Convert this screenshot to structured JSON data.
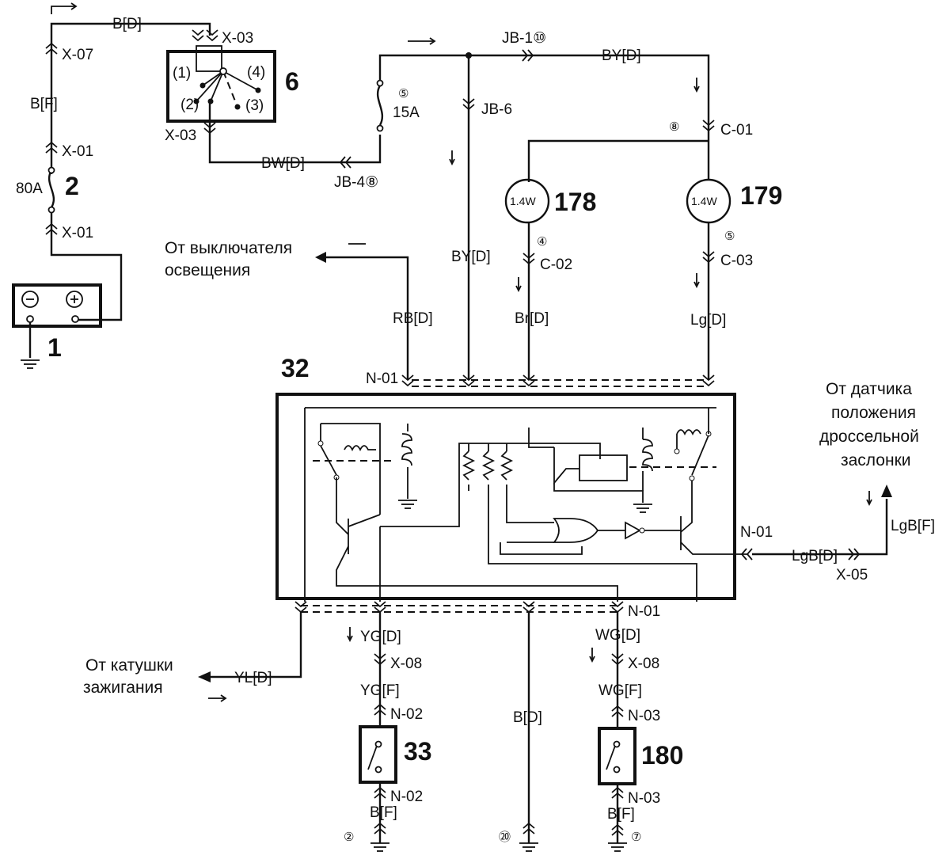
{
  "components": [
    {
      "id": "1",
      "label": "1"
    },
    {
      "id": "2",
      "label": "2",
      "rating": "80A"
    },
    {
      "id": "6",
      "label": "6",
      "pins": [
        "(1)",
        "(2)",
        "(3)",
        "(4)"
      ]
    },
    {
      "id": "fuse",
      "number": "⑤",
      "rating": "15A"
    },
    {
      "id": "178",
      "label": "178",
      "power": "1.4W"
    },
    {
      "id": "179",
      "label": "179",
      "power": "1.4W"
    },
    {
      "id": "32",
      "label": "32"
    },
    {
      "id": "33",
      "label": "33"
    },
    {
      "id": "180",
      "label": "180"
    }
  ],
  "wires": {
    "bd_top": "B[D]",
    "bf": "B[F]",
    "bw": "BW[D]",
    "by_top": "BY[D]",
    "by_mid": "BY[D]",
    "rb": "RB[D]",
    "br": "Br[D]",
    "lg": "Lg[D]",
    "lgb_d": "LgB[D]",
    "lgb_f": "LgB[F]",
    "yl": "YL[D]",
    "yg_d": "YG[D]",
    "yg_f": "YG[F]",
    "bd_bottom": "B[D]",
    "wg_d": "WG[D]",
    "wg_f": "WG[F]",
    "bf_33": "B[F]",
    "bf_180": "B[F]"
  },
  "connectors": {
    "x07": "X-07",
    "x01a": "X-01",
    "x01b": "X-01",
    "x03a": "X-03",
    "x03b": "X-03",
    "jb1": "JB-1⑩",
    "jb4": "JB-4⑧",
    "jb6": "JB-6",
    "c01": "C-01",
    "c02": "C-02",
    "c03": "C-03",
    "n01_top": "N-01",
    "n01_right": "N-01",
    "n01_bottom": "N-01",
    "x05": "X-05",
    "x08a": "X-08",
    "x08b": "X-08",
    "n02a": "N-02",
    "n02b": "N-02",
    "n03a": "N-03",
    "n03b": "N-03"
  },
  "pin_numbers": {
    "c01": "⑧",
    "c02": "④",
    "c03": "⑤"
  },
  "ground_numbers": {
    "g33": "②",
    "gmid": "⑳",
    "g180": "⑦"
  },
  "notes": {
    "from_light_switch": "От выключателя\nосвещения",
    "from_throttle": "От датчика\nположения\nдроссельной\nзаслонки",
    "from_ignition_coil": "От катушки\nзажигания"
  }
}
